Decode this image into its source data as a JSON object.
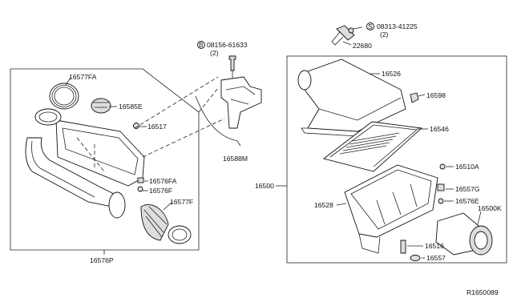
{
  "labels": {
    "p16577FA": "16577FA",
    "p16585E": "16585E",
    "p16517": "16517",
    "p16576FA": "16576FA",
    "p16576F": "16576F",
    "p16577F": "16577F",
    "p16576P": "16576P",
    "p08156": "08156-61633",
    "p08156_qty": "(2)",
    "p16588M": "16588M",
    "p08313": "08313-41225",
    "p08313_qty": "(2)",
    "p22680": "22680",
    "p16526": "16526",
    "p16598": "16598",
    "p16546": "16546",
    "p16500": "16500",
    "p16510A": "16510A",
    "p16557G": "16557G",
    "p16528": "16528",
    "p16576E": "16576E",
    "p16500K": "16500K",
    "p16516": "16516",
    "p16557": "16557",
    "ref": "R1650089"
  },
  "badges": {
    "b_08156": "B",
    "b_08313": "S"
  }
}
